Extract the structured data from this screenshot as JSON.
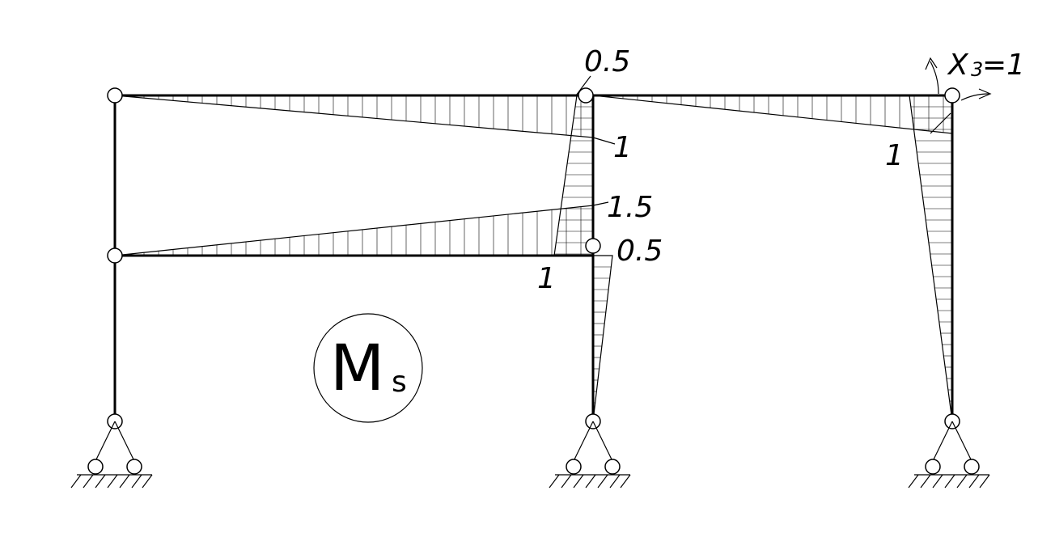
{
  "diagram": {
    "title_symbol": "M",
    "title_subscript": "s",
    "load_label_main": "X",
    "load_label_sub": "3",
    "load_label_eq": "=1",
    "labels": {
      "top_joint_left_value": "0.5",
      "top_beam_left_end_value": "1",
      "top_beam_right_end_value": "1",
      "mid_joint_upper_value": "1.5",
      "mid_beam_right_end_value": "1",
      "mid_joint_lower_value": "0.5"
    }
  }
}
